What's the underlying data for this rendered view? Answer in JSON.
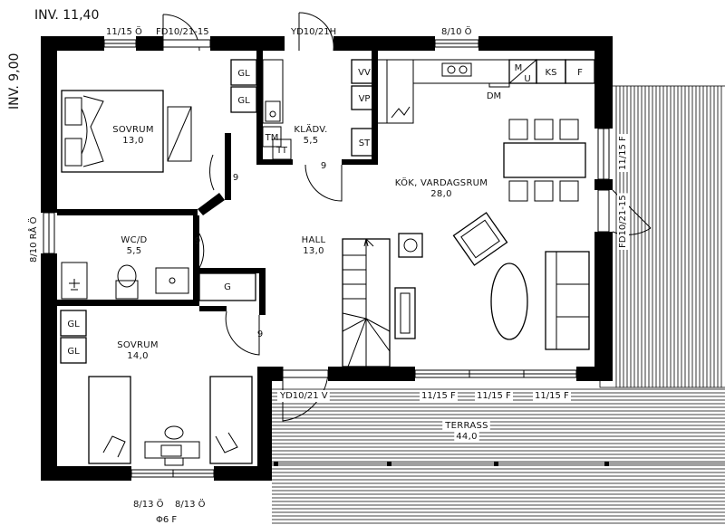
{
  "header": {
    "width_label": "INV. 11,40",
    "depth_label": "INV. 9,00"
  },
  "rooms": {
    "sovrum_upper": {
      "name": "SOVRUM",
      "area": "13,0"
    },
    "kladv": {
      "name": "KLÄDV.",
      "area": "5,5"
    },
    "kok": {
      "name": "KÖK, VARDAGSRUM",
      "area": "28,0"
    },
    "wc": {
      "name": "WC/D",
      "area": "5,5"
    },
    "hall": {
      "name": "HALL",
      "area": "13,0"
    },
    "sovrum_lower": {
      "name": "SOVRUM",
      "area": "14,0"
    },
    "terrass": {
      "name": "TERRASS",
      "area": "44,0"
    }
  },
  "windows": {
    "top_left": "11/15 Ö",
    "top_fd": "FD10/21-15",
    "top_yd": "YD10/21H",
    "top_right": "8/10 Ö",
    "right_upper": "11/15 F",
    "right_fd": "FD10/21-15",
    "left_wc": "8/10 RÅ Ö",
    "bottom_yd": "YD10/21 V",
    "bottom_1": "11/15 F",
    "bottom_2": "11/15 F",
    "bottom_3": "11/15 F",
    "bottom_left_1": "8/13 Ö",
    "bottom_left_2": "8/13 Ö",
    "chimney": "Φ6 F"
  },
  "fixtures": {
    "gl": "GL",
    "tm": "TM",
    "tt": "TT",
    "vv": "VV",
    "vp": "VP",
    "st": "ST",
    "mu_m": "M",
    "mu_u": "U",
    "ks": "KS",
    "f": "F",
    "dm": "DM",
    "g": "G"
  },
  "doors": {
    "width": "9"
  }
}
